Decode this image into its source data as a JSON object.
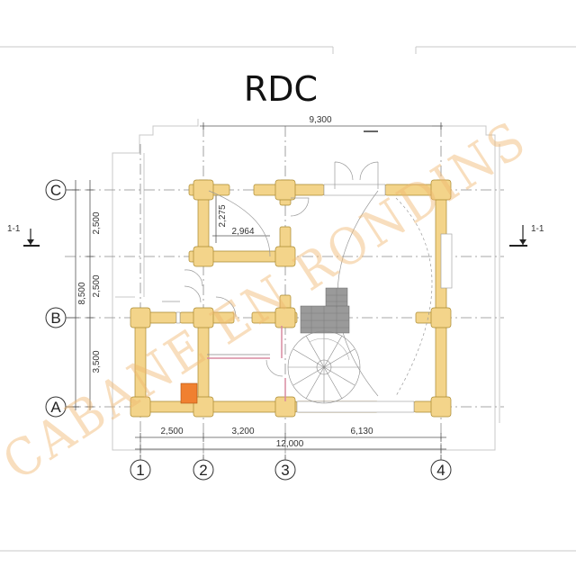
{
  "title": "RDC",
  "section_mark": "1-1",
  "axes_letters": [
    "A",
    "B",
    "C"
  ],
  "axes_numbers": [
    "1",
    "2",
    "3",
    "4"
  ],
  "dimensions": {
    "top_overall": "9,300",
    "vertical_overall": "8,500",
    "vertical_segments": [
      "2,500",
      "2,500",
      "3,500"
    ],
    "inner_height": "2,275",
    "inner_width": "2,964",
    "bottom_segments": [
      "2,500",
      "3,200",
      "6,130"
    ],
    "bottom_overall": "12,000"
  },
  "watermark": "CABANE EN RONDINS",
  "colors": {
    "log": "#f3d48a",
    "log_edge": "#a9882f",
    "stair_grey": "#9a9a9a",
    "stove": "#f08030",
    "accent_pink": "#d98aa0",
    "watermark": "#f0b870"
  }
}
